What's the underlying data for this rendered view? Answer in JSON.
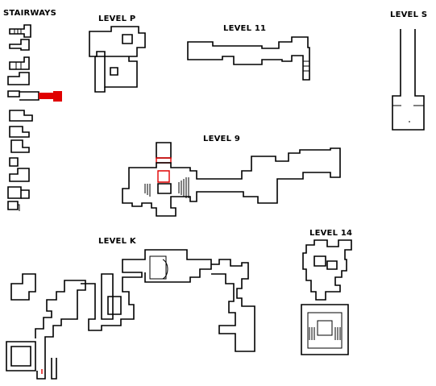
{
  "sections": {
    "stairways": {
      "label": "STAIRWAYS"
    },
    "level_p": {
      "label": "LEVEL P"
    },
    "level_11": {
      "label": "LEVEL 11"
    },
    "level_s": {
      "label": "LEVEL S"
    },
    "level_9": {
      "label": "LEVEL 9"
    },
    "level_k": {
      "label": "LEVEL K"
    },
    "level_14": {
      "label": "LEVEL 14"
    }
  },
  "colors": {
    "wall": "#000000",
    "highlight": "#e00000",
    "background": "#ffffff"
  }
}
